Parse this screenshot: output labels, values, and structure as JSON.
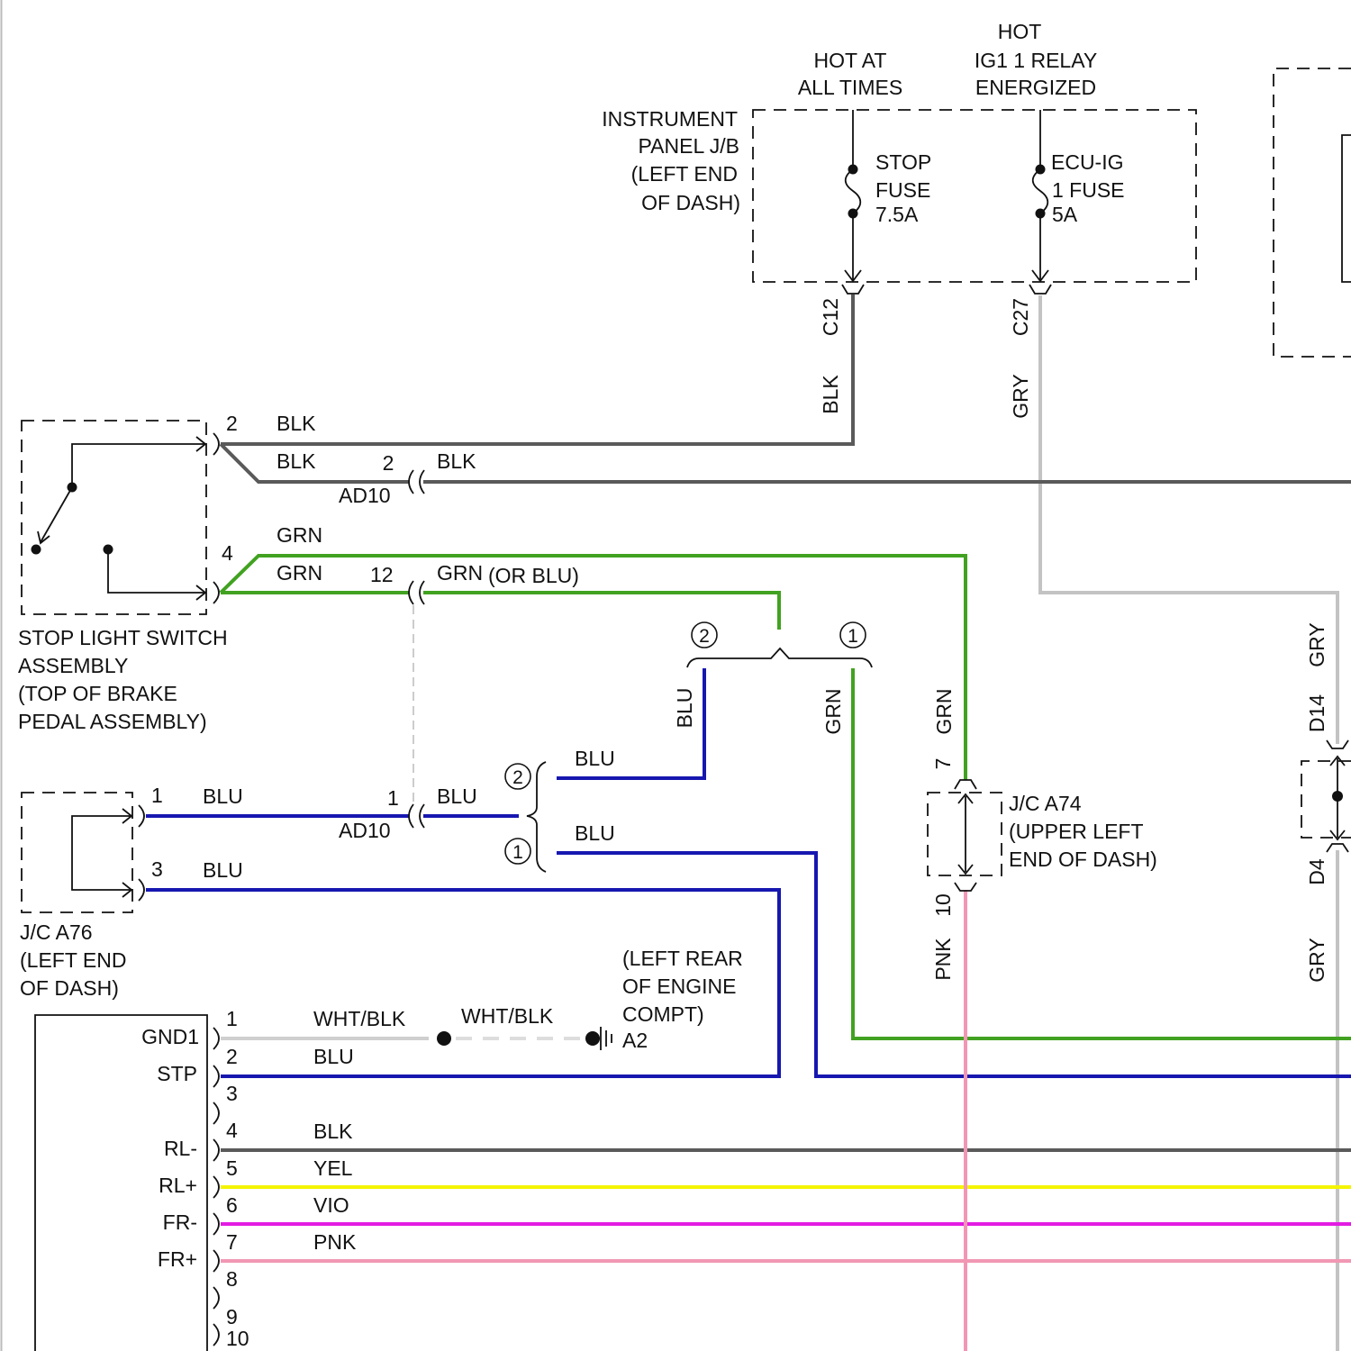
{
  "colors": {
    "BLK": "#5a5a5a",
    "GRN": "#41a221",
    "BLU": "#1717b0",
    "GRY": "#c3c3c3",
    "PNK": "#f197b4",
    "YEL": "#f4f400",
    "VIO": "#e31ce3",
    "WHT_BLK": "#cfcfcf",
    "WHT_BLK_DASH": "#dddddd"
  },
  "power": {
    "hot_at_all_times": [
      "HOT AT",
      "ALL TIMES"
    ],
    "ig1_relay": [
      "HOT",
      "IG1 1 RELAY",
      "ENERGIZED"
    ]
  },
  "instrument_panel_jb": {
    "label": [
      "INSTRUMENT",
      "PANEL J/B",
      "(LEFT END",
      "OF DASH)"
    ],
    "stop_fuse": [
      "STOP",
      "FUSE",
      "7.5A"
    ],
    "ecu_ig_fuse": [
      "ECU-IG",
      "1 FUSE",
      "5A"
    ],
    "connector_stop": "C12",
    "connector_ecu": "C27",
    "wire_stop": "BLK",
    "wire_ecu": "GRY"
  },
  "stop_light_switch": {
    "label": [
      "STOP LIGHT SWITCH",
      "ASSEMBLY",
      "(TOP OF BRAKE",
      "PEDAL ASSEMBLY)"
    ],
    "pin_2": "2",
    "pin_4": "4",
    "wire_pin2_upper": "BLK",
    "wire_pin2_lower": "BLK",
    "wire_pin4_upper": "GRN",
    "wire_pin4_lower": "GRN"
  },
  "connector_ad10": {
    "name_upper": "AD10",
    "name_lower": "AD10",
    "pin_blk": "2",
    "pin_grn": "12",
    "pin_blu": "1",
    "wire_blk_out": "BLK",
    "wire_grn_out": "GRN",
    "wire_grn_note": "(OR BLU)",
    "wire_blu_out": "BLU"
  },
  "variant_upper": {
    "option_2": "2",
    "option_1": "1",
    "wire_option_2": "BLU",
    "wire_option_1": "GRN"
  },
  "variant_lower": {
    "option_2": "2",
    "option_1": "1",
    "wire_option_2": "BLU",
    "wire_option_1": "BLU"
  },
  "jc_a76": {
    "label": [
      "J/C A76",
      "(LEFT END",
      "OF DASH)"
    ],
    "pin_1": "1",
    "pin_3": "3",
    "wire_pin1": "BLU",
    "wire_pin3": "BLU"
  },
  "jc_a74": {
    "label": [
      "J/C A74",
      "(UPPER LEFT",
      "END OF DASH)"
    ],
    "pin_7": "7",
    "pin_10": "10",
    "wire_pin7": "GRN",
    "wire_pin10": "PNK"
  },
  "right_junction": {
    "connector_upper": "D14",
    "connector_lower": "D4",
    "wire_upper": "GRY",
    "wire_lower": "GRY"
  },
  "ground": {
    "label": [
      "(LEFT REAR",
      "OF ENGINE",
      "COMPT)"
    ],
    "point": "A2",
    "wire": "WHT/BLK"
  },
  "ecu": {
    "pins": [
      {
        "num": "1",
        "name": "GND1",
        "wire": "WHT/BLK"
      },
      {
        "num": "2",
        "name": "STP",
        "wire": "BLU"
      },
      {
        "num": "3"
      },
      {
        "num": "4",
        "name": "RL-",
        "wire": "BLK"
      },
      {
        "num": "5",
        "name": "RL+",
        "wire": "YEL"
      },
      {
        "num": "6",
        "name": "FR-",
        "wire": "VIO"
      },
      {
        "num": "7",
        "name": "FR+",
        "wire": "PNK"
      },
      {
        "num": "8"
      },
      {
        "num": "9"
      },
      {
        "num": "10"
      }
    ]
  }
}
